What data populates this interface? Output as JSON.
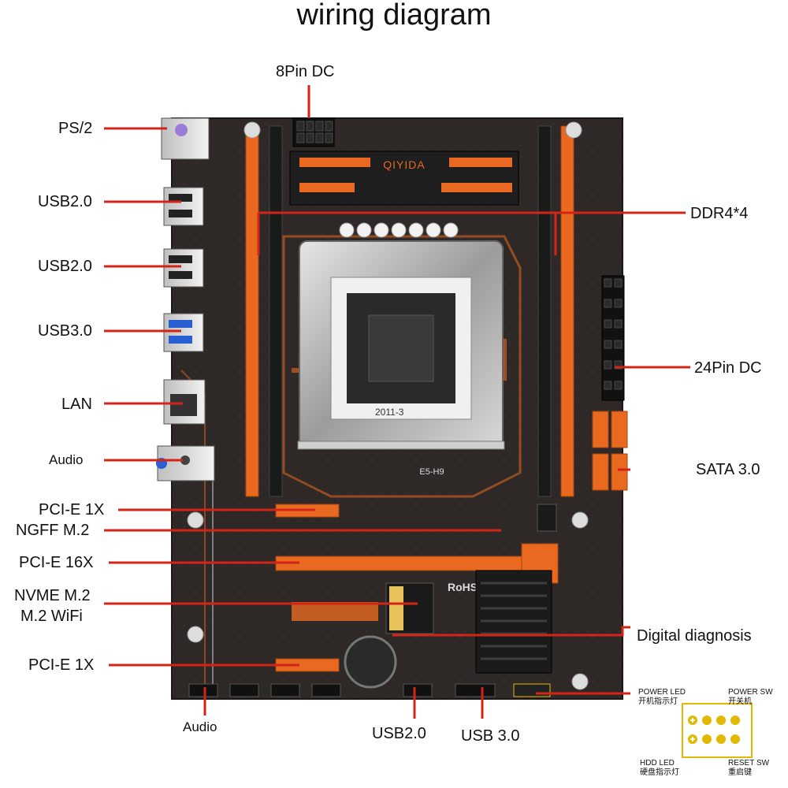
{
  "title": "wiring diagram",
  "board": {
    "brand": "QIYIDA",
    "model": "E5-H9",
    "socket_mark": "2011-3",
    "rohs": "RoHS"
  },
  "callouts": {
    "pin8_dc": "8Pin DC",
    "ps2": "PS/2",
    "usb20_a": "USB2.0",
    "usb20_b": "USB2.0",
    "usb30": "USB3.0",
    "lan": "LAN",
    "audio_rear": "Audio",
    "pcie_1x_top": "PCI-E 1X",
    "ngff": "NGFF M.2",
    "pcie_16x": "PCI-E 16X",
    "nvme": "NVME M.2",
    "wifi": "M.2 WiFi",
    "pcie_1x_bottom": "PCI-E 1X",
    "audio_front": "Audio",
    "usb20_front": "USB2.0",
    "usb30_front": "USB 3.0",
    "ddr4": "DDR4*4",
    "pin24_dc": "24Pin DC",
    "sata": "SATA 3.0",
    "digital": "Digital diagnosis"
  },
  "panel_legend": {
    "power_led": "POWER LED",
    "power_led_cn": "开机指示灯",
    "power_sw": "POWER SW",
    "power_sw_cn": "开关机",
    "hdd_led": "HDD LED",
    "hdd_led_cn": "硬盘指示灯",
    "reset_sw": "RESET SW",
    "reset_sw_cn": "重启键"
  },
  "colors": {
    "pcb": "#2e2826",
    "accent": "#e8691f",
    "callout_line": "#d42418",
    "legend_box": "#e2b800"
  }
}
